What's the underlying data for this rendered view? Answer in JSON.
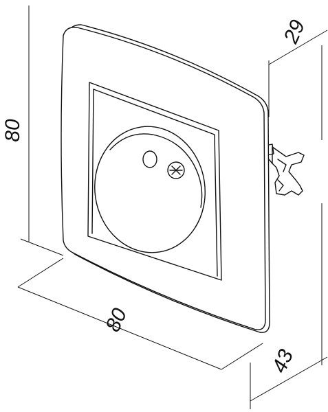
{
  "dimensions": {
    "height": "80",
    "width": "80",
    "depth_top": "29",
    "depth_bottom": "43"
  },
  "colors": {
    "line": "#111111",
    "background": "#ffffff"
  }
}
